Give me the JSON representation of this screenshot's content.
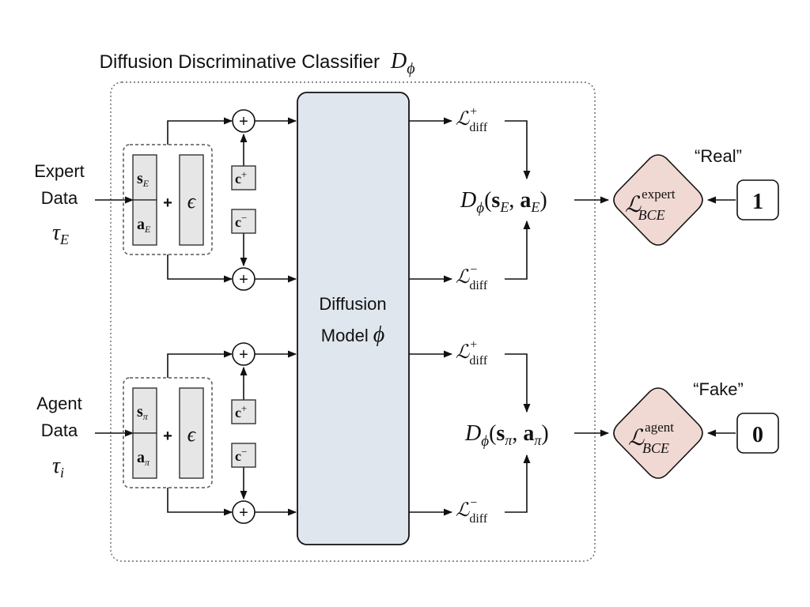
{
  "title": {
    "text": "Diffusion Discriminative Classifier",
    "symbol": "D",
    "symbol_sub": "ϕ"
  },
  "inputs": {
    "expert": {
      "line1": "Expert",
      "line2": "Data",
      "symbol": "τ",
      "symbol_sub": "E"
    },
    "agent": {
      "line1": "Agent",
      "line2": "Data",
      "symbol": "τ",
      "symbol_sub": "i"
    }
  },
  "expert_stack": {
    "s": "s",
    "s_sub": "E",
    "a": "a",
    "a_sub": "E"
  },
  "agent_stack": {
    "s": "s",
    "s_sub": "π",
    "a": "a",
    "a_sub": "π"
  },
  "plus_sign": "+",
  "epsilon": "ϵ",
  "oplus": "+",
  "conditions": {
    "c": "c",
    "pos_sup": "+",
    "neg_sup": "−"
  },
  "model": {
    "line1": "Diffusion",
    "line2": "Model",
    "symbol": "ϕ"
  },
  "loss": {
    "symbol": "ℒ",
    "sub": "diff",
    "pos_sup": "+",
    "neg_sup": "−"
  },
  "disc_expert": {
    "D": "D",
    "D_sub": "ϕ",
    "open": "(",
    "s": "s",
    "s_sub": "E",
    "sep": ", ",
    "a": "a",
    "a_sub": "E",
    "close": ")"
  },
  "disc_agent": {
    "D": "D",
    "D_sub": "ϕ",
    "open": "(",
    "s": "s",
    "s_sub": "π",
    "sep": ", ",
    "a": "a",
    "a_sub": "π",
    "close": ")"
  },
  "bce_expert": {
    "symbol": "ℒ",
    "sup": "expert",
    "sub": "BCE"
  },
  "bce_agent": {
    "symbol": "ℒ",
    "sup": "agent",
    "sub": "BCE"
  },
  "labels": {
    "real": "“Real”",
    "fake": "“Fake”"
  },
  "targets": {
    "expert": "1",
    "agent": "0"
  },
  "colors": {
    "model_fill": "#dfe6ee",
    "bce_fill": "#f0d8d3",
    "box_fill": "#e6e6e6",
    "line": "#111111",
    "dotted": "#666666"
  }
}
